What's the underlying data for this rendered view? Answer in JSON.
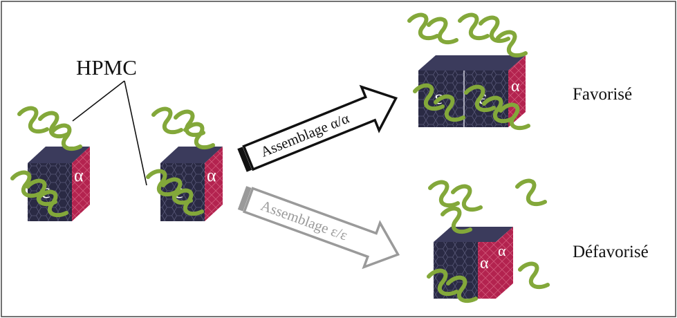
{
  "labels": {
    "hpmc": "HPMC",
    "favorise": "Favorisé",
    "defavorise": "Défavorisé",
    "arrow_favorable": "Assemblage α/α",
    "arrow_unfavorable": "Assemblage ε/ε"
  },
  "faces": {
    "epsilon": "ε",
    "alpha": "α"
  },
  "colors": {
    "cube_front": "#2a2a44",
    "cube_top": "#3b3b5c",
    "cube_side": "#b3234f",
    "polymer": "#83a83a",
    "arrow_dark": "#111111",
    "arrow_light": "#9a9a9a"
  }
}
